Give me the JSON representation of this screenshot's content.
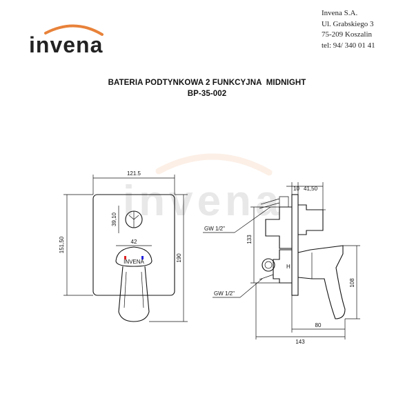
{
  "brand": {
    "logo_text": "invena",
    "accent": "#e8823a",
    "watermark_text": "invena"
  },
  "company": {
    "name": "Invena S.A.",
    "street": "Ul. Grabskiego 3",
    "city": "75-209  Koszalin",
    "phone": "tel: 94/ 340 01 41"
  },
  "title": {
    "line1": "BATERIA PODTYNKOWA 2 FUNKCYJNA  MIDNIGHT",
    "line2": "BP-35-002"
  },
  "front_view": {
    "dim_width": "121.5",
    "dim_height_total": "190",
    "dim_height_plate": "151,50",
    "dim_diverter": "39,10",
    "dim_handle": "42",
    "handle_logo": "INVENA"
  },
  "side_view": {
    "dim_10": "10",
    "dim_41_50": "41,50",
    "dim_133": "133",
    "dim_108": "108",
    "dim_80": "80",
    "dim_143": "143",
    "label_gw_top": "GW 1/2\"",
    "label_gw_bottom": "GW 1/2\"",
    "label_h": "H"
  }
}
